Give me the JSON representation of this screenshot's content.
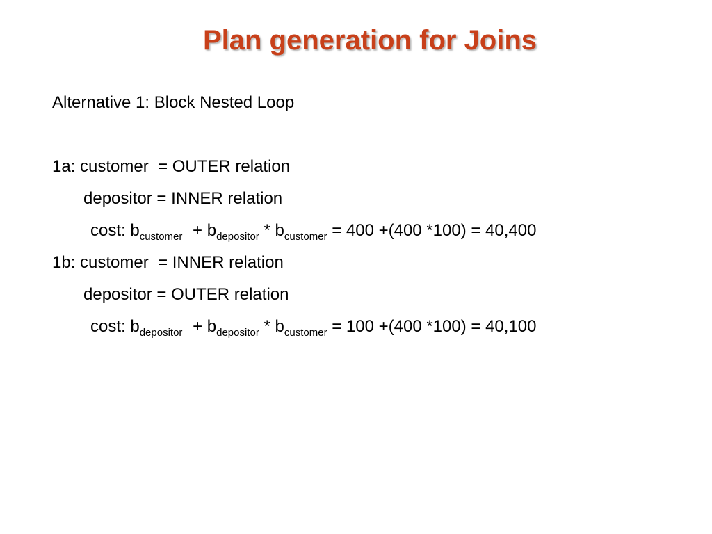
{
  "title": "Plan generation for Joins",
  "colors": {
    "title": "#c8401a",
    "text": "#000000",
    "background": "#ffffff"
  },
  "body": {
    "alt1": "Alternative 1: Block Nested Loop",
    "a": {
      "line1": "1a: customer  = OUTER relation",
      "line2": "depositor = INNER relation",
      "cost": {
        "prefix": "cost: b",
        "sub1": "customer",
        "plus": " + b",
        "sub2": "depositor",
        "times": " * b",
        "sub3": "customer",
        "result": " = 400 +(400 *100) = 40,400"
      }
    },
    "b": {
      "line1": "1b: customer  = INNER relation",
      "line2": "depositor = OUTER relation",
      "cost": {
        "prefix": "cost: b",
        "sub1": "depositor",
        "plus": " + b",
        "sub2": "depositor",
        "times": " * b",
        "sub3": "customer",
        "result": " = 100 +(400 *100) = 40,100"
      }
    }
  }
}
